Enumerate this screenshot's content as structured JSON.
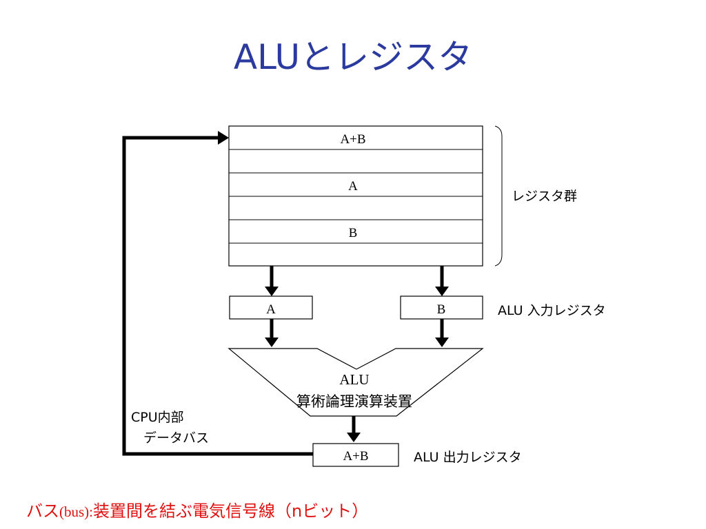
{
  "title": "ALUとレジスタ",
  "register_file": {
    "rows": [
      "A+B",
      "",
      "A",
      "",
      "B",
      ""
    ],
    "label": "レジスタ群"
  },
  "input_registers": {
    "a": "A",
    "b": "B",
    "label": "ALU 入力レジスタ"
  },
  "alu": {
    "name": "ALU",
    "description": "算術論理演算装置"
  },
  "output_register": {
    "value": "A+B",
    "label": "ALU 出力レジスタ"
  },
  "bus": {
    "line1": "CPU内部",
    "line2": "データバス"
  },
  "footnote": {
    "prefix": "バス",
    "english": "(bus):",
    "text": "装置間を結ぶ電気信号線（nビット）"
  }
}
